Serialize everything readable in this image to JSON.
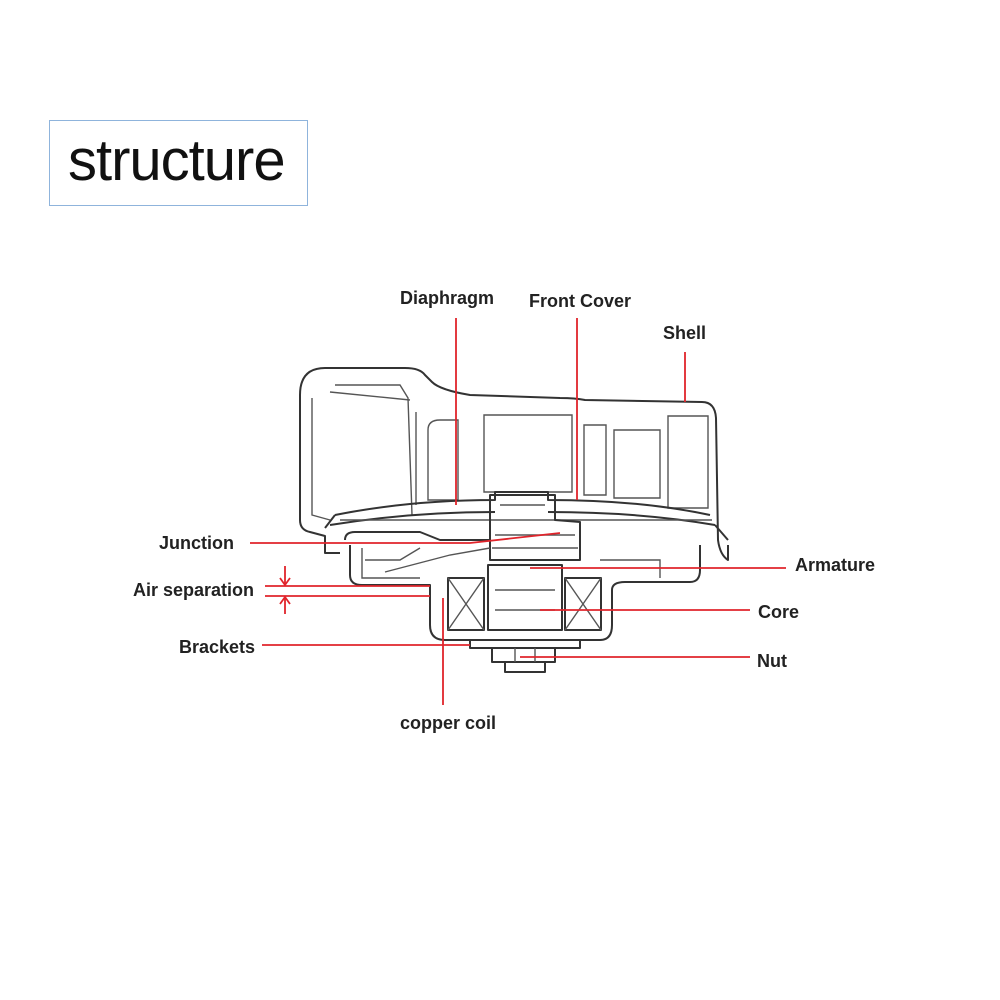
{
  "title": "structure",
  "labels": {
    "diaphragm": "Diaphragm",
    "front_cover": "Front Cover",
    "shell": "Shell",
    "junction": "Junction",
    "air_separation": "Air separation",
    "brackets": "Brackets",
    "armature": "Armature",
    "core": "Core",
    "nut": "Nut",
    "copper_coil": "copper coil"
  },
  "colors": {
    "leader_lines": "#e0242b",
    "title_border": "#8fb4dc",
    "outline": "#333333"
  }
}
